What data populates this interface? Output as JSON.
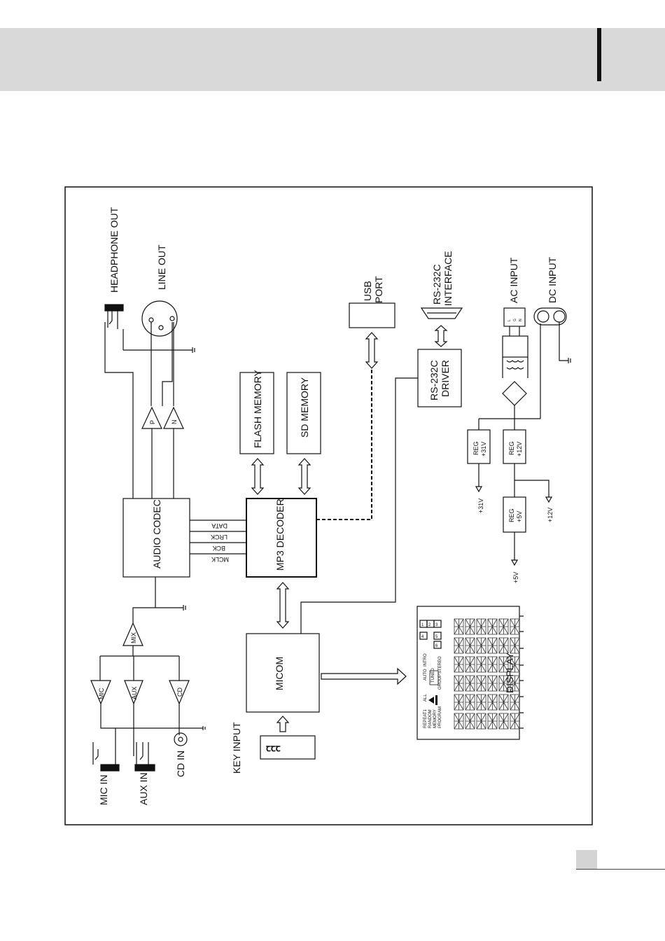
{
  "labels": {
    "headphone_out": "HEADPHONE OUT",
    "line_out": "LINE OUT",
    "usb_port_line1": "USB",
    "usb_port_line2": "PORT",
    "rs232c_interface_line1": "RS-232C",
    "rs232c_interface_line2": "INTERFACE",
    "ac_input": "AC INPUT",
    "dc_input": "DC INPUT",
    "flash_memory": "FLASH MEMORY",
    "sd_memory": "SD MEMORY",
    "rs232c_driver_line1": "RS-232C",
    "rs232c_driver_line2": "DRIVER",
    "amp_p": "P",
    "amp_n": "N",
    "audio_codec": "AUDIO CODEC",
    "mp3_decoder": "MP3 DECODER",
    "sig_data": "DATA",
    "sig_lrck": "LRCK",
    "sig_bck": "BCK",
    "sig_mclk": "MCLK",
    "reg": "REG",
    "reg_31v": "+31V",
    "reg_12v": "+12V",
    "reg_5v": "+5V",
    "out_31v": "+31V",
    "out_12v": "+12V",
    "out_5v": "+5V",
    "mix": "MIX",
    "mic": "MIC",
    "aux": "AUX",
    "cd": "CD",
    "micom": "MICOM",
    "mic_in": "MIC IN",
    "aux_in": "AUX IN",
    "cd_in": "CD IN",
    "key_input": "KEY INPUT",
    "display": "DISPLAY",
    "ac_pins": [
      "L",
      "G",
      "N"
    ]
  },
  "display_panel": {
    "repeat1": "REPEAT1",
    "random": "RANDOM",
    "memory": "MEMORY",
    "program": "PROGRAM",
    "all": "ALL",
    "auto": "AUTO",
    "intro": "INTRO",
    "tuned": "TUNED",
    "group": "GROUP",
    "stereo": "STEREO",
    "presets": [
      "1",
      "2",
      "3",
      "4",
      "5",
      "6"
    ]
  }
}
